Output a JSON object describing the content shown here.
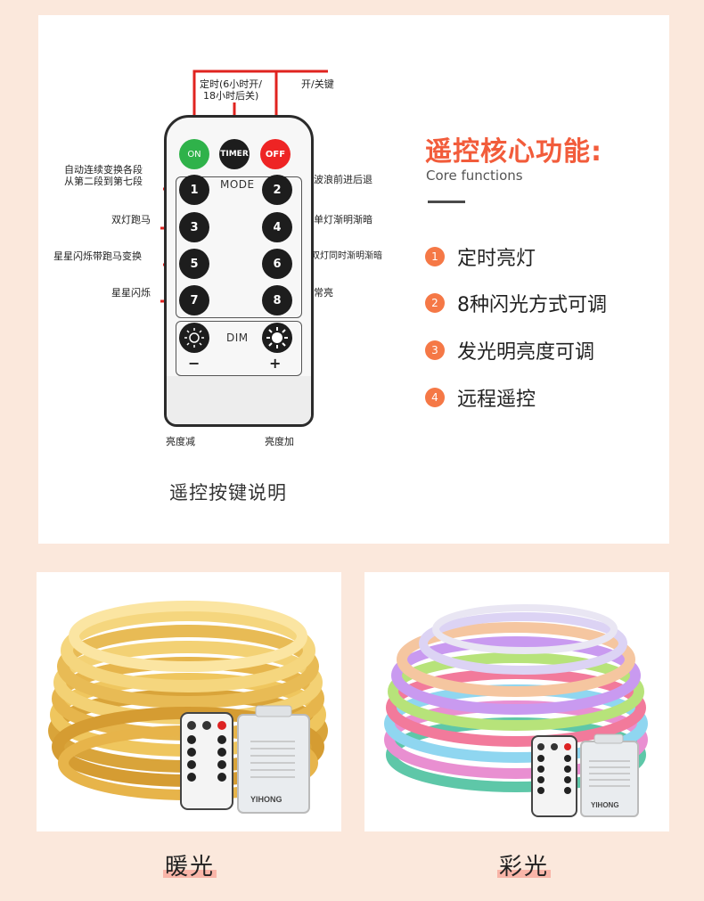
{
  "remote": {
    "labels": {
      "timer_note_line1": "定时(6小时开/",
      "timer_note_line2": "18小时后关)",
      "onoff": "开/关键",
      "mode1_line1": "自动连续变换各段",
      "mode1_line2": "从第二段到第七段",
      "mode2": "波浪前进后退",
      "mode3": "双灯跑马",
      "mode4": "单灯渐明渐暗",
      "mode5": "星星闪烁带跑马变换",
      "mode6": "双灯同时渐明渐暗",
      "mode7": "星星闪烁",
      "mode8": "常亮",
      "dim_minus": "亮度减",
      "dim_plus": "亮度加"
    },
    "buttons": {
      "on": "ON",
      "timer": "TIMER",
      "off": "OFF",
      "mode_title": "MODE",
      "dim_title": "DIM",
      "minus": "−",
      "plus": "+",
      "nums": [
        "1",
        "2",
        "3",
        "4",
        "5",
        "6",
        "7",
        "8"
      ]
    },
    "caption": "遥控按键说明"
  },
  "functions": {
    "title": "遥控核心功能:",
    "subtitle": "Core functions",
    "items": [
      {
        "num": "1",
        "text": "定时亮灯"
      },
      {
        "num": "2",
        "text": "8种闪光方式可调"
      },
      {
        "num": "3",
        "text": "发光明亮度可调"
      },
      {
        "num": "4",
        "text": "远程遥控"
      }
    ]
  },
  "products": [
    {
      "label": "暖光",
      "brand": "YIHONG"
    },
    {
      "label": "彩光",
      "brand": "YIHONG"
    }
  ],
  "colors": {
    "accent": "#f25c3b",
    "number_badge": "#f57846",
    "on_button": "#2fb24a",
    "off_button": "#ee2424",
    "pointer_line": "#e0231f",
    "background": "#fbe8dc"
  }
}
